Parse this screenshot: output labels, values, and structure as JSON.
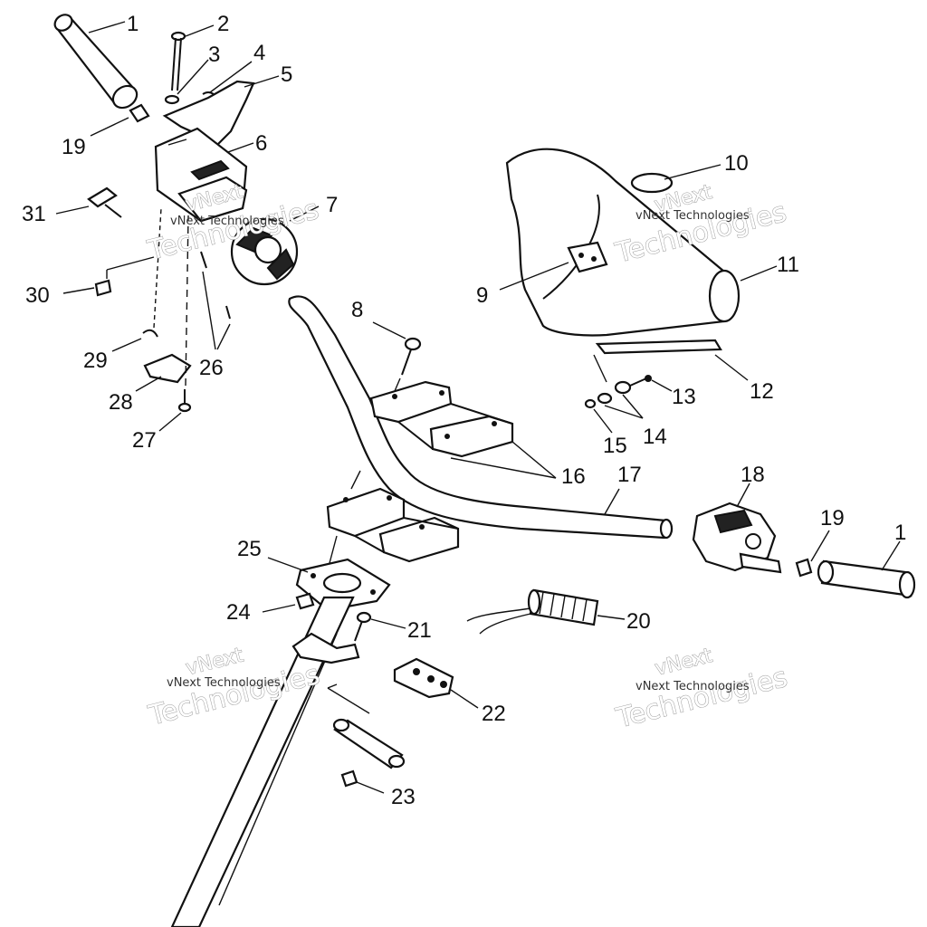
{
  "diagram": {
    "callouts": [
      {
        "id": "c1a",
        "text": "1"
      },
      {
        "id": "c2",
        "text": "2"
      },
      {
        "id": "c3",
        "text": "3"
      },
      {
        "id": "c4",
        "text": "4"
      },
      {
        "id": "c5",
        "text": "5"
      },
      {
        "id": "c6",
        "text": "6"
      },
      {
        "id": "c7",
        "text": "7"
      },
      {
        "id": "c8",
        "text": "8"
      },
      {
        "id": "c9",
        "text": "9"
      },
      {
        "id": "c10",
        "text": "10"
      },
      {
        "id": "c11",
        "text": "11"
      },
      {
        "id": "c12",
        "text": "12"
      },
      {
        "id": "c13",
        "text": "13"
      },
      {
        "id": "c14",
        "text": "14"
      },
      {
        "id": "c15",
        "text": "15"
      },
      {
        "id": "c16",
        "text": "16"
      },
      {
        "id": "c17",
        "text": "17"
      },
      {
        "id": "c18",
        "text": "18"
      },
      {
        "id": "c19a",
        "text": "19"
      },
      {
        "id": "c19b",
        "text": "19"
      },
      {
        "id": "c1b",
        "text": "1"
      },
      {
        "id": "c20",
        "text": "20"
      },
      {
        "id": "c21",
        "text": "21"
      },
      {
        "id": "c22",
        "text": "22"
      },
      {
        "id": "c23",
        "text": "23"
      },
      {
        "id": "c24",
        "text": "24"
      },
      {
        "id": "c25",
        "text": "25"
      },
      {
        "id": "c26",
        "text": "26"
      },
      {
        "id": "c27",
        "text": "27"
      },
      {
        "id": "c28",
        "text": "28"
      },
      {
        "id": "c29",
        "text": "29"
      },
      {
        "id": "c30",
        "text": "30"
      },
      {
        "id": "c31",
        "text": "31"
      }
    ],
    "watermarks": [
      {
        "brand": "vNext",
        "big": "Technologies",
        "small": "vNext Technologies"
      },
      {
        "brand": "vNext",
        "big": "Technologies",
        "small": "vNext Technologies"
      },
      {
        "brand": "vNext",
        "big": "Technologies",
        "small": "vNext Technologies"
      },
      {
        "brand": "vNext",
        "big": "Technologies",
        "small": "vNext Technologies"
      }
    ]
  }
}
